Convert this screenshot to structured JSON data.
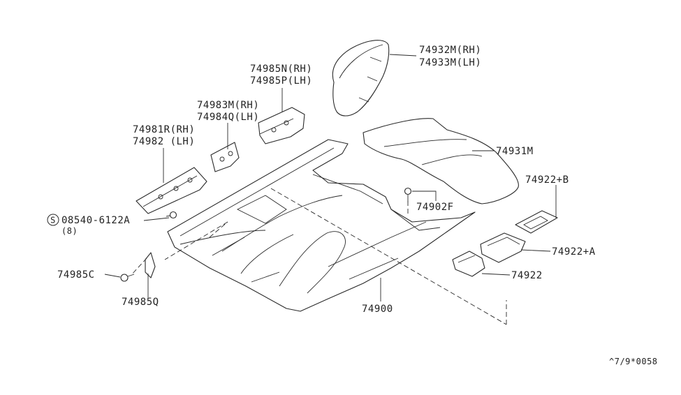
{
  "parts": {
    "p74932": {
      "rh": "74932M(RH)",
      "lh": "74933M(LH)"
    },
    "p74985n": {
      "rh": "74985N(RH)",
      "lh": "74985P(LH)"
    },
    "p74983": {
      "rh": "74983M(RH)",
      "lh": "74984Q(LH)"
    },
    "p74981": {
      "rh": "74981R(RH)",
      "lh": "74982 (LH)"
    },
    "p74931": "74931M",
    "p74922b": "74922+B",
    "p74902f": "74902F",
    "p74922a": "74922+A",
    "p74922": "74922",
    "p74900": "74900",
    "p74985c": "74985C",
    "p74985q": "74985Q"
  },
  "screw": {
    "symbol": "S",
    "number": "08540-6122A",
    "qty": "(8)"
  },
  "diagram_code": "^7/9*0058"
}
